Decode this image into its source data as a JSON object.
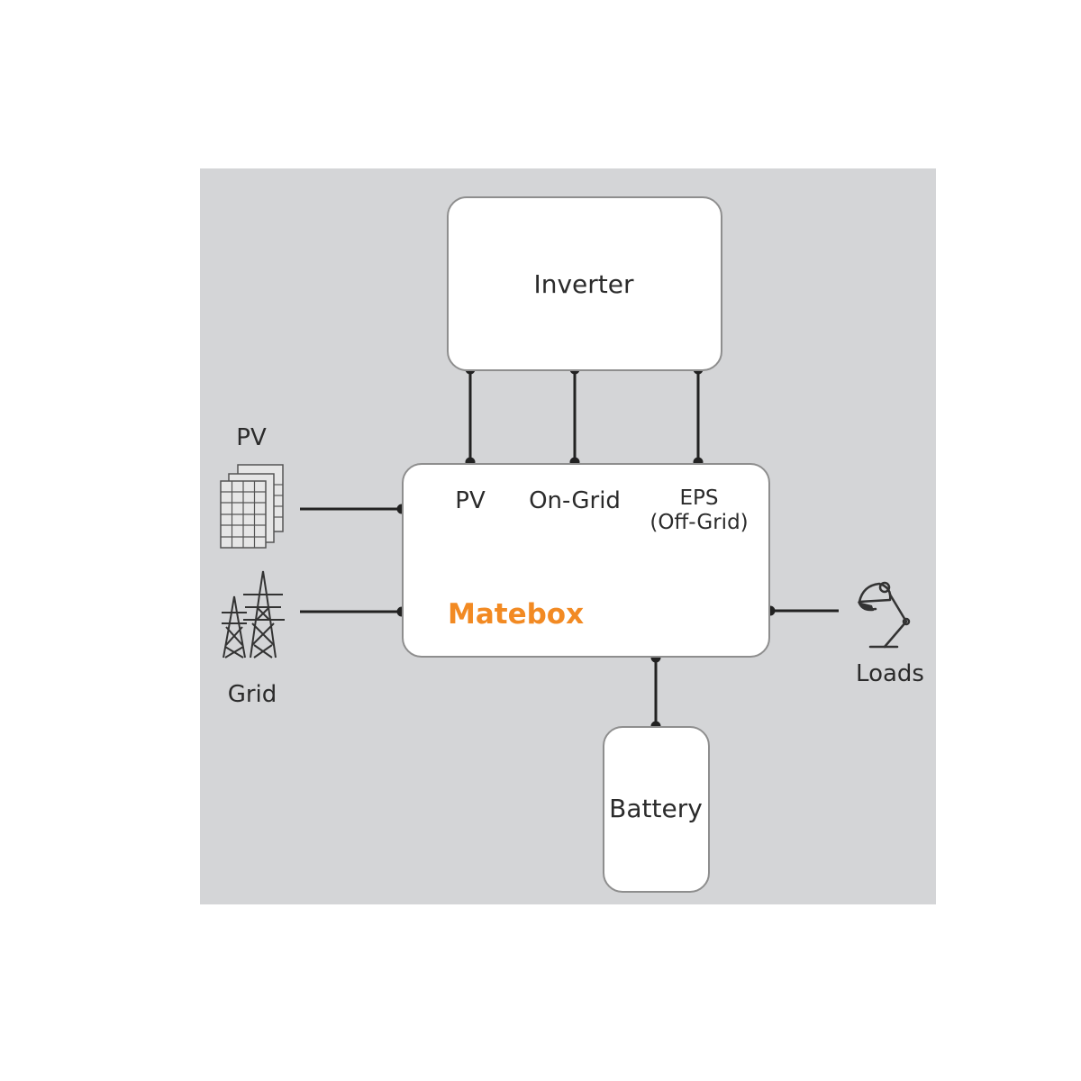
{
  "diagram": {
    "inverter": {
      "label": "Inverter"
    },
    "matebox": {
      "label": "Matebox",
      "label_color": "#f28a23",
      "ports": {
        "pv": "PV",
        "on_grid": "On-Grid",
        "eps_line1": "EPS",
        "eps_line2": "(Off-Grid)"
      }
    },
    "battery": {
      "label": "Battery"
    },
    "sources": {
      "pv": {
        "label": "PV",
        "icon": "solar-panel-icon"
      },
      "grid": {
        "label": "Grid",
        "icon": "power-tower-icon"
      }
    },
    "loads": {
      "label": "Loads",
      "icon": "desk-lamp-icon"
    },
    "colors": {
      "panel_bg": "#d4d5d7",
      "box_border": "#8e8e8e",
      "line": "#222222",
      "box_fill": "#ffffff"
    }
  }
}
